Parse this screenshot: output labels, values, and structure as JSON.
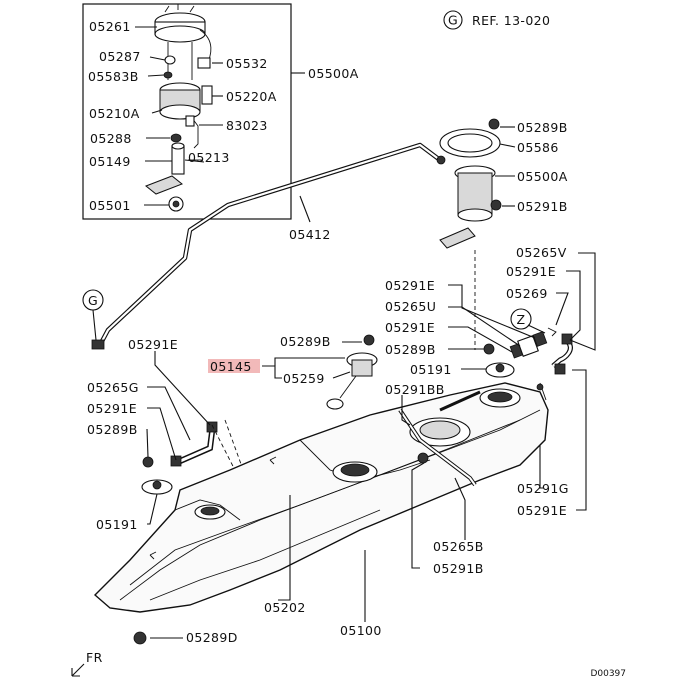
{
  "reference": {
    "circle_letter": "G",
    "text": "REF. 13-020"
  },
  "drawing_code": "D00397",
  "front_marker": "FR",
  "highlighted_part": "05145",
  "callouts": {
    "c05261": "05261",
    "c05287": "05287",
    "c05583B": "05583B",
    "c05532": "05532",
    "c05500A_box": "05500A",
    "c05210A": "05210A",
    "c05220A": "05220A",
    "c05288": "05288",
    "c83023": "83023",
    "c05149": "05149",
    "c05213": "05213",
    "c05501": "05501",
    "c05412": "05412",
    "c05289B_top": "05289B",
    "c05586": "05586",
    "c05500A": "05500A",
    "c05291B_top": "05291B",
    "c05265V": "05265V",
    "c05291E_right": "05291E",
    "c05269": "05269",
    "c05291E_a": "05291E",
    "c05265U": "05265U",
    "c05291E_b": "05291E",
    "c05289B_mid": "05289B",
    "c05191_right": "05191",
    "c05291BB": "05291BB",
    "c05289B_left": "05289B",
    "c05145": "05145",
    "c05259": "05259",
    "c05291E_left": "05291E",
    "c05265G": "05265G",
    "c05291E_left2": "05291E",
    "c05289B_left2": "05289B",
    "c05191_left": "05191",
    "c05291G": "05291G",
    "c05291E_bottom": "05291E",
    "c05265B": "05265B",
    "c05291B_bottom": "05291B",
    "c05202": "05202",
    "c05100": "05100",
    "c05289D": "05289D",
    "circle_G_left": "G",
    "circle_Z": "Z"
  }
}
